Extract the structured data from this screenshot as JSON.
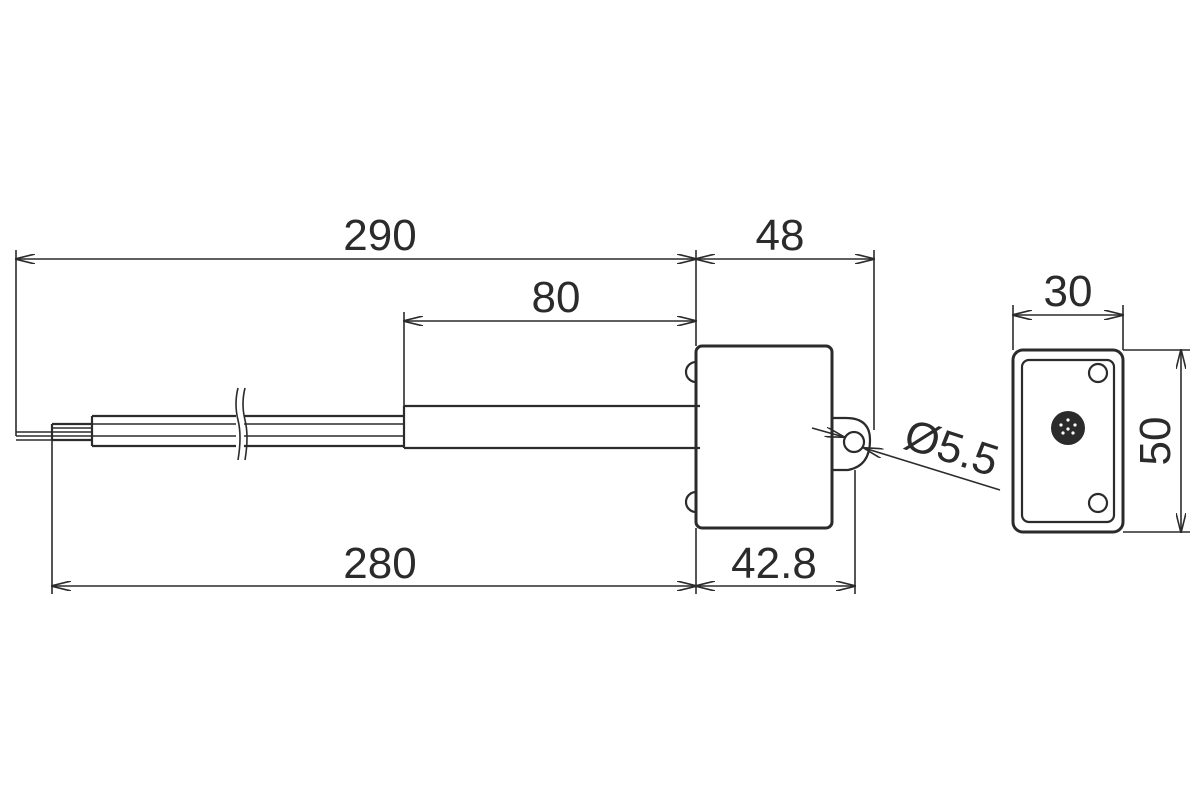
{
  "dimensions": {
    "overall_length": "290",
    "housing_length": "48",
    "sleeve_length": "80",
    "cable_length": "280",
    "housing_body_length": "42.8",
    "hole_diameter": "Ø5.5",
    "front_width": "30",
    "front_height": "50"
  },
  "colors": {
    "line": "#2b2b2b",
    "background": "#ffffff",
    "connector": "#2b2b2b"
  }
}
